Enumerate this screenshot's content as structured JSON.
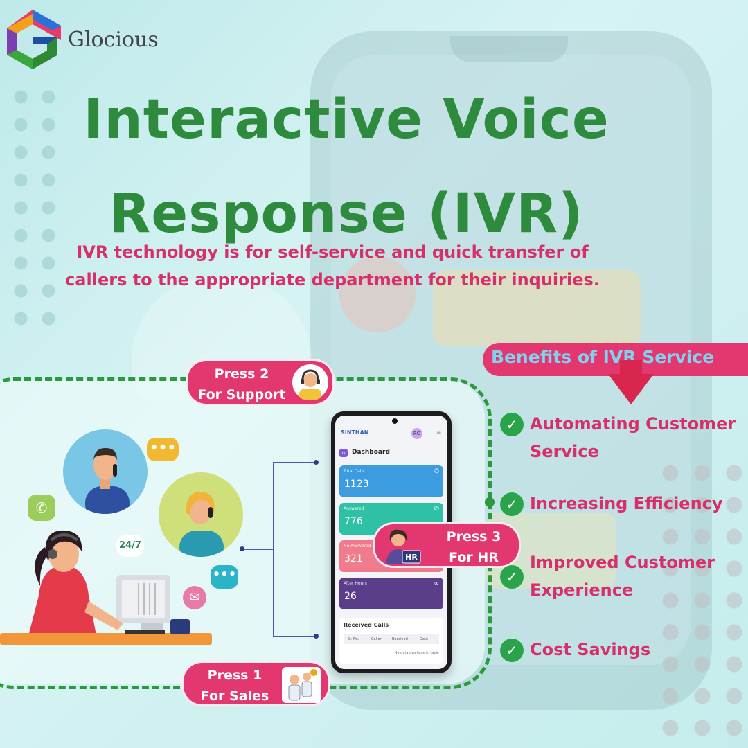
{
  "brand": {
    "name": "Glocious"
  },
  "title": {
    "line1": "Interactive Voice",
    "line2": "Response (IVR)"
  },
  "subtitle": "IVR technology is for self-service and quick transfer of callers to the appropriate department for their inquiries.",
  "options": [
    {
      "line1": "Press 2",
      "line2": "For Support",
      "icon": "headset-agent-icon"
    },
    {
      "line1": "Press 3",
      "line2": "For HR",
      "icon": "hr-person-icon"
    },
    {
      "line1": "Press 1",
      "line2": "For Sales",
      "icon": "sales-team-icon"
    }
  ],
  "benefits": {
    "heading": "Benefits of IVR Service",
    "items": [
      {
        "label": "Automating Customer Service"
      },
      {
        "label": "Increasing Efficiency"
      },
      {
        "label": "Improved Customer Experience"
      },
      {
        "label": "Cost Savings"
      }
    ]
  },
  "phone_app": {
    "brand": "SINTHAN",
    "avatar": "RO",
    "page": "Dashboard",
    "cards": [
      {
        "label": "Total Calls",
        "value": "1123",
        "color": "#3d9be0"
      },
      {
        "label": "Answered",
        "value": "776",
        "color": "#2fc1a6"
      },
      {
        "label": "No Answered",
        "value": "321",
        "color": "#f07b8c"
      },
      {
        "label": "After Hours",
        "value": "26",
        "color": "#5a3e8a"
      }
    ],
    "received": {
      "title": "Received Calls",
      "columns": [
        "Sr. No.",
        "Caller",
        "Received",
        "Date"
      ],
      "empty": "No data available in table"
    }
  },
  "illustration": {
    "badge_247": "24/7"
  },
  "colors": {
    "title_green": "#2e8b3e",
    "pink": "#e3386f",
    "banner_text": "#7fd3ee",
    "check_green": "#2aa44a"
  }
}
